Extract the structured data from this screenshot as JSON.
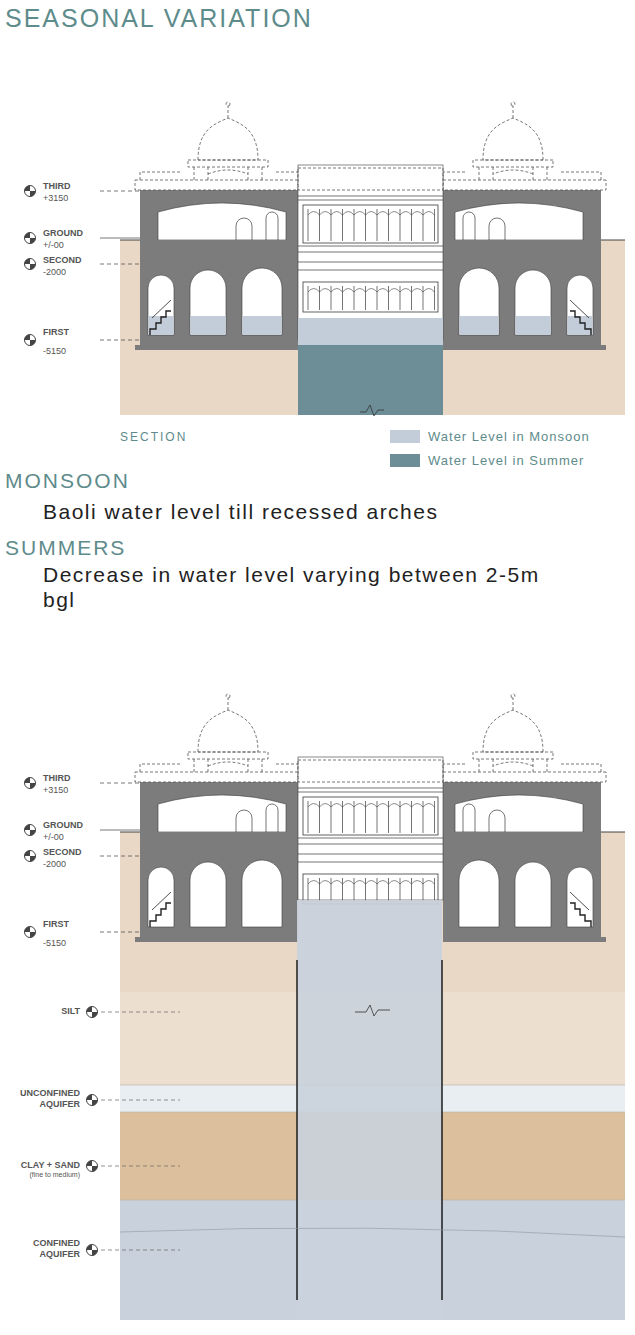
{
  "diagram": {
    "title": "SEASONAL VARIATION",
    "labels": [
      "THIRD",
      "+3150",
      "GROUND",
      "+/-00",
      "SECOND",
      "-2000",
      "FIRST",
      "-5150",
      "SECTION",
      "MONSOON",
      "Baoli water level till recessed arches",
      "SUMMERS",
      "Decrease in water level varying between 2-5m bgl",
      "THIRD",
      "+3150",
      "GROUND",
      "+/-00",
      "SECOND",
      "-2000",
      "FIRST",
      "-5150",
      "SILT",
      "UNCONFINED AQUIFER",
      "CLAY + SAND",
      "(fine to medium)",
      "CONFINED AQUIFER"
    ],
    "legend": [
      {
        "text": "Water Level in Monsoon",
        "color": "#c3ccd9"
      },
      {
        "text": "Water Level in Summer",
        "color": "#6e8e97"
      }
    ]
  }
}
